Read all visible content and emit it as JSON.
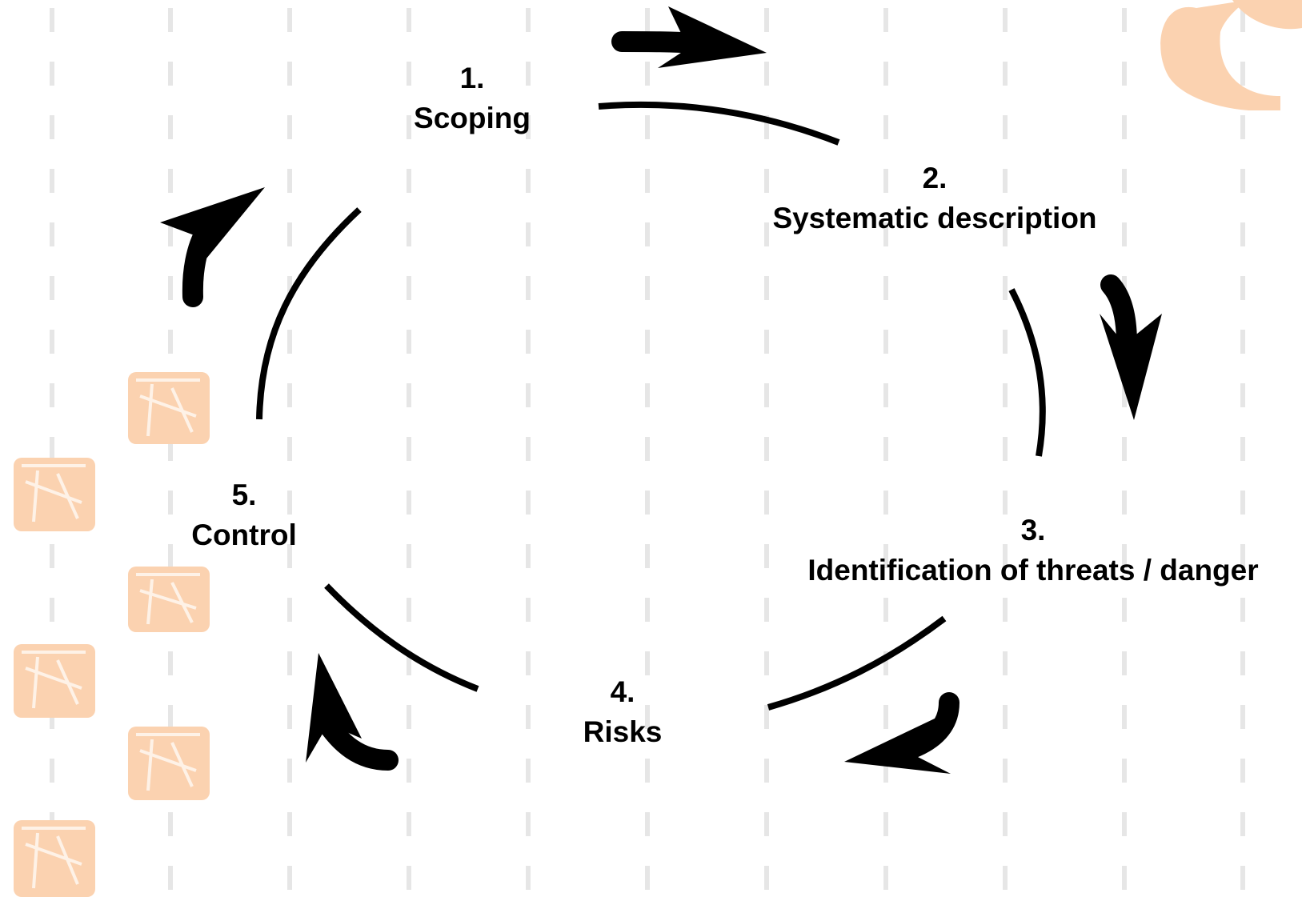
{
  "diagram": {
    "type": "cycle",
    "colors": {
      "arrow": "#000000",
      "text": "#000000",
      "watermark": "#fbd2b0",
      "dash": "#e6e6e6"
    },
    "steps": [
      {
        "number": "1.",
        "label": "Scoping"
      },
      {
        "number": "2.",
        "label": "Systematic description"
      },
      {
        "number": "3.",
        "label": "Identification of threats / danger"
      },
      {
        "number": "4.",
        "label": "Risks"
      },
      {
        "number": "5.",
        "label": "Control"
      }
    ]
  }
}
